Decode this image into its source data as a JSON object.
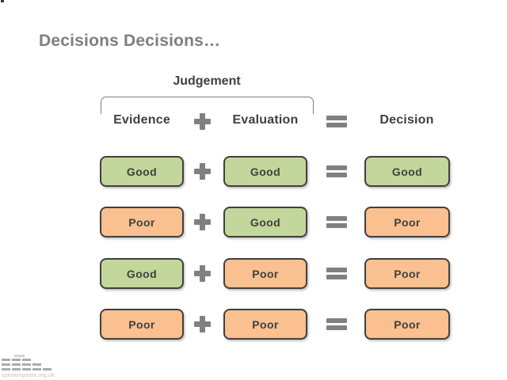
{
  "title": "Decisions Decisions…",
  "header": {
    "group_label": "Judgement",
    "columns": [
      "Evidence",
      "Evaluation",
      "Decision"
    ]
  },
  "rows": [
    {
      "evidence": "Good",
      "evaluation": "Good",
      "decision": "Good"
    },
    {
      "evidence": "Poor",
      "evaluation": "Good",
      "decision": "Poor"
    },
    {
      "evidence": "Good",
      "evaluation": "Poor",
      "decision": "Poor"
    },
    {
      "evidence": "Poor",
      "evaluation": "Poor",
      "decision": "Poor"
    }
  ],
  "icons": {
    "plus": "plus-icon",
    "equals": "equals-icon",
    "logo": "equalizer-bars-icon"
  },
  "footer": {
    "logo_text": "speakingdata.org.uk"
  },
  "colors": {
    "good": "#c3d69b",
    "poor": "#fac08f",
    "box-border": "#404040",
    "box-text": "#404040",
    "title": "#7f7f7f",
    "heading-text": "#404040",
    "operator": "#808080",
    "bracket": "#7f7f7f",
    "logo-bar": "#ababab",
    "logo-bar-light": "#d6d6d6",
    "logo-text": "#c4c4c4"
  }
}
